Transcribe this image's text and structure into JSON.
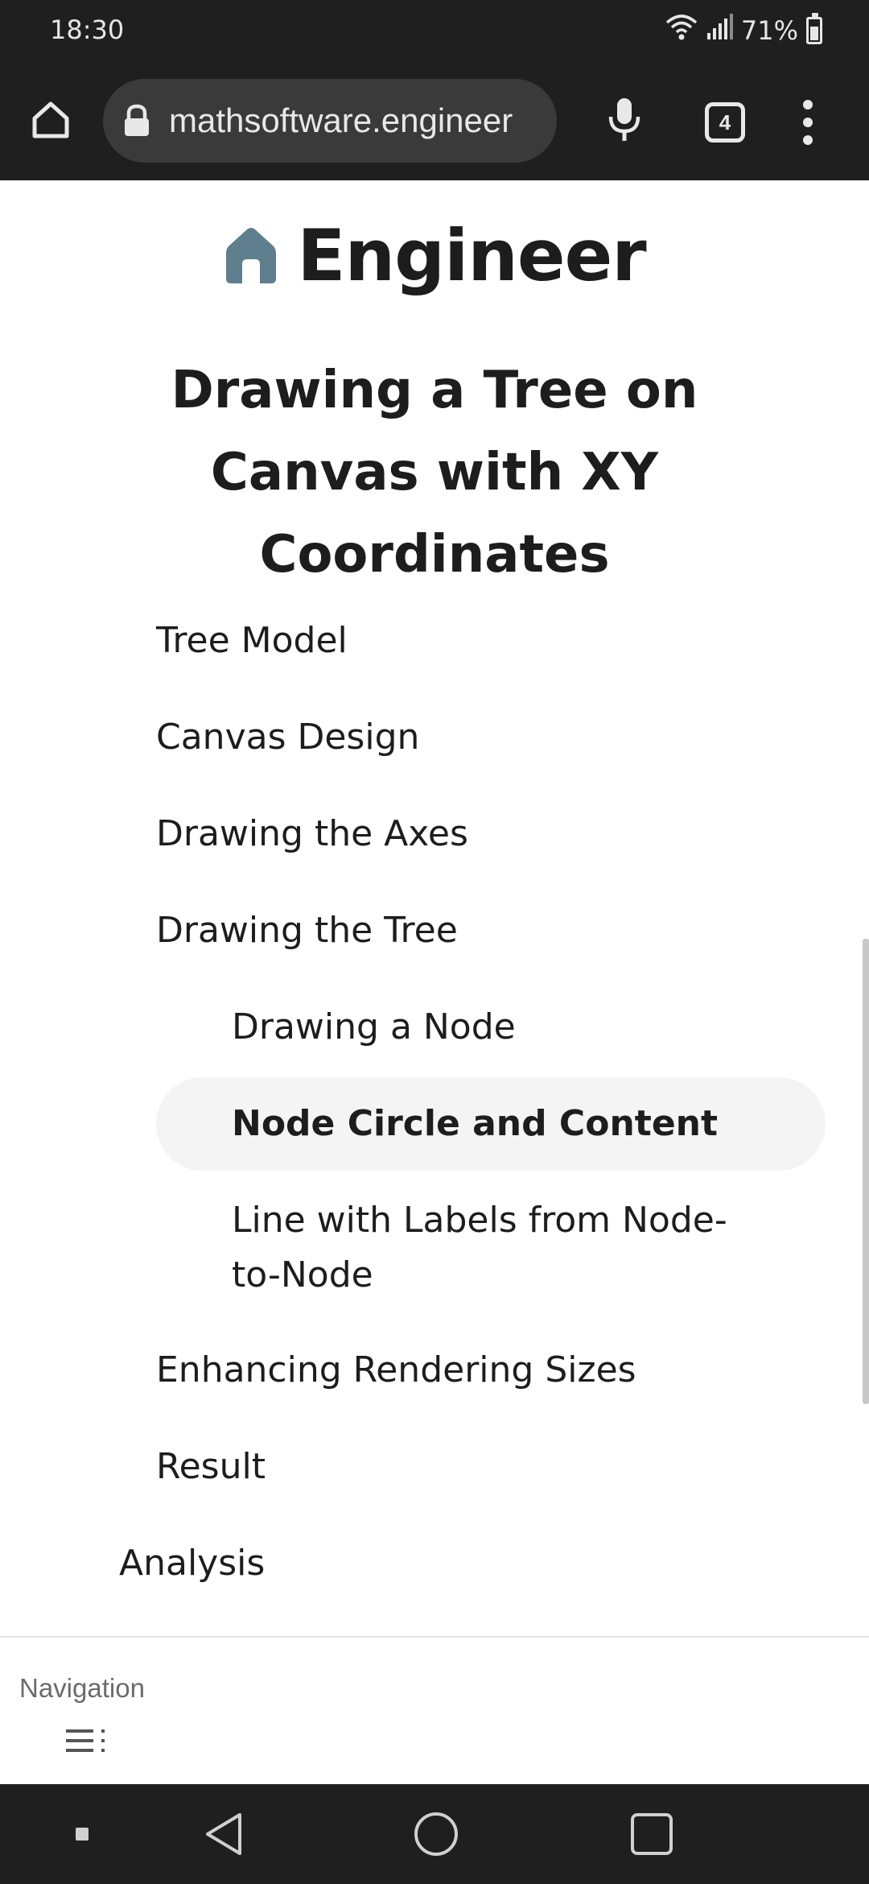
{
  "status_bar": {
    "time": "18:30",
    "battery": "71%",
    "battery_level": 0.71
  },
  "browser": {
    "url": "mathsoftware.engineer",
    "tab_count": "4"
  },
  "site": {
    "brand": "Engineer",
    "brand_color": "#5f7f8f"
  },
  "article": {
    "title": "Drawing a Tree on Canvas with XY Coordinates"
  },
  "toc": {
    "items": [
      {
        "label": "Tree Model"
      },
      {
        "label": "Canvas Design"
      },
      {
        "label": "Drawing the Axes"
      },
      {
        "label": "Drawing the Tree"
      },
      {
        "label": "Drawing a Node"
      },
      {
        "label": "Node Circle and Content"
      },
      {
        "label": "Line with Labels from Node-to-Node"
      },
      {
        "label": "Enhancing Rendering Sizes"
      },
      {
        "label": "Result"
      },
      {
        "label": "Analysis"
      }
    ]
  },
  "footer": {
    "nav_label": "Navigation"
  }
}
